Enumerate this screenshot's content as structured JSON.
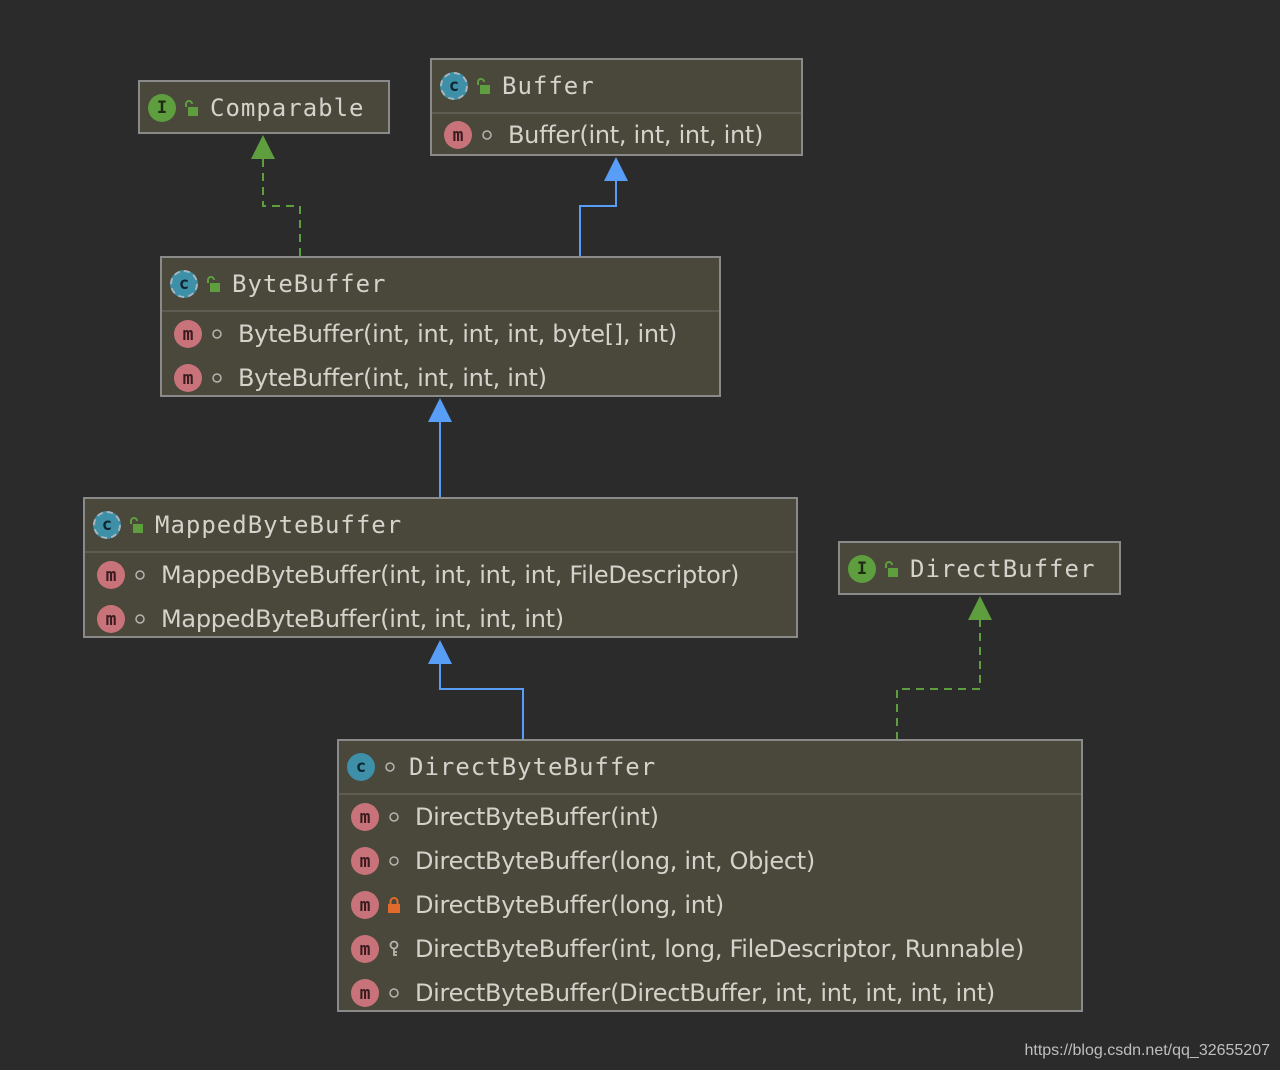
{
  "diagram": {
    "comparable": {
      "title": "Comparable",
      "kind_icon": "interface-icon",
      "visibility_icon": "public-unlock-icon"
    },
    "buffer": {
      "title": "Buffer",
      "kind_icon": "abstract-class-icon",
      "visibility_icon": "public-unlock-icon",
      "methods": [
        {
          "label": "Buffer(int, int, int, int)",
          "visibility": "package-private"
        }
      ]
    },
    "bytebuffer": {
      "title": "ByteBuffer",
      "kind_icon": "abstract-class-icon",
      "visibility_icon": "public-unlock-icon",
      "methods": [
        {
          "label": "ByteBuffer(int, int, int, int, byte[], int)",
          "visibility": "package-private"
        },
        {
          "label": "ByteBuffer(int, int, int, int)",
          "visibility": "package-private"
        }
      ]
    },
    "mappedbytebuffer": {
      "title": "MappedByteBuffer",
      "kind_icon": "abstract-class-icon",
      "visibility_icon": "public-unlock-icon",
      "methods": [
        {
          "label": "MappedByteBuffer(int, int, int, int, FileDescriptor)",
          "visibility": "package-private"
        },
        {
          "label": "MappedByteBuffer(int, int, int, int)",
          "visibility": "package-private"
        }
      ]
    },
    "directbuffer": {
      "title": "DirectBuffer",
      "kind_icon": "interface-icon",
      "visibility_icon": "public-unlock-icon"
    },
    "directbytebuffer": {
      "title": "DirectByteBuffer",
      "kind_icon": "class-icon",
      "visibility_icon": "package-private-dot-icon",
      "methods": [
        {
          "label": "DirectByteBuffer(int)",
          "visibility": "package-private"
        },
        {
          "label": "DirectByteBuffer(long, int, Object)",
          "visibility": "package-private"
        },
        {
          "label": "DirectByteBuffer(long, int)",
          "visibility": "private"
        },
        {
          "label": "DirectByteBuffer(int, long, FileDescriptor, Runnable)",
          "visibility": "protected"
        },
        {
          "label": "DirectByteBuffer(DirectBuffer, int, int, int, int, int)",
          "visibility": "package-private"
        }
      ]
    },
    "relations": [
      {
        "from": "ByteBuffer",
        "to": "Comparable",
        "type": "implements"
      },
      {
        "from": "ByteBuffer",
        "to": "Buffer",
        "type": "extends"
      },
      {
        "from": "MappedByteBuffer",
        "to": "ByteBuffer",
        "type": "extends"
      },
      {
        "from": "DirectByteBuffer",
        "to": "MappedByteBuffer",
        "type": "extends"
      },
      {
        "from": "DirectByteBuffer",
        "to": "DirectBuffer",
        "type": "implements"
      }
    ],
    "colors": {
      "background": "#2b2b2b",
      "box": "#4a473b",
      "extends": "#589df6",
      "implements": "#5e9e3f"
    }
  },
  "watermark": "https://blog.csdn.net/qq_32655207"
}
